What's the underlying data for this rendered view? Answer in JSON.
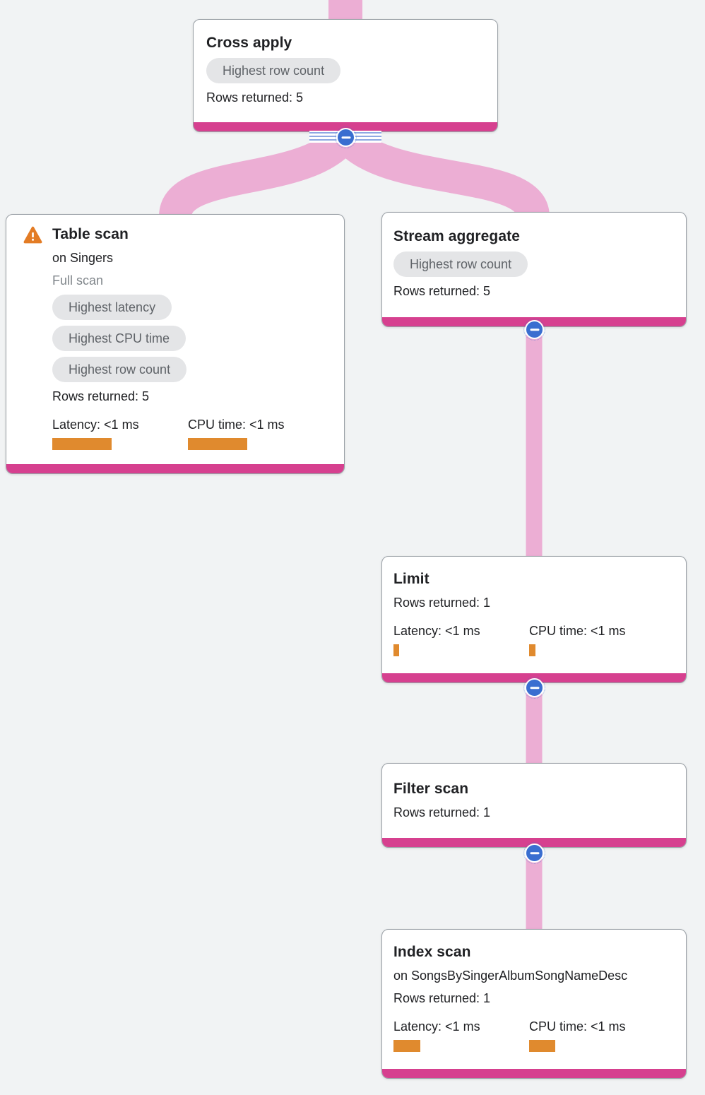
{
  "colors": {
    "background": "#f1f3f4",
    "edge_pink": "#ecaed4",
    "node_bottom_bar": "#d6408f",
    "collapse_button_blue": "#3a6ed0",
    "metric_bar_orange": "#e08a2e",
    "warning_orange": "#e37c25",
    "badge_background": "#e4e5e7",
    "badge_text": "#5f6368"
  },
  "nodes": {
    "cross_apply": {
      "title": "Cross apply",
      "badges": [
        "Highest row count"
      ],
      "rows_returned": "Rows returned: 5"
    },
    "table_scan": {
      "title": "Table scan",
      "subtitle": "on Singers",
      "scan_type": "Full scan",
      "badges": [
        "Highest latency",
        "Highest CPU time",
        "Highest row count"
      ],
      "rows_returned": "Rows returned: 5",
      "latency_label": "Latency: <1 ms",
      "cpu_label": "CPU time: <1 ms",
      "latency_bar_style": "width:84px",
      "cpu_bar_style": "width:84px"
    },
    "stream_aggregate": {
      "title": "Stream aggregate",
      "badges": [
        "Highest row count"
      ],
      "rows_returned": "Rows returned: 5"
    },
    "limit": {
      "title": "Limit",
      "rows_returned": "Rows returned: 1",
      "latency_label": "Latency: <1 ms",
      "cpu_label": "CPU time: <1 ms",
      "latency_bar_style": "width:8px",
      "cpu_bar_style": "width:9px"
    },
    "filter_scan": {
      "title": "Filter scan",
      "rows_returned": "Rows returned: 1"
    },
    "index_scan": {
      "title": "Index scan",
      "subtitle": "on SongsBySingerAlbumSongNameDesc",
      "rows_returned": "Rows returned: 1",
      "latency_label": "Latency: <1 ms",
      "cpu_label": "CPU time: <1 ms",
      "latency_bar_style": "width:38px",
      "cpu_bar_style": "width:37px"
    }
  }
}
